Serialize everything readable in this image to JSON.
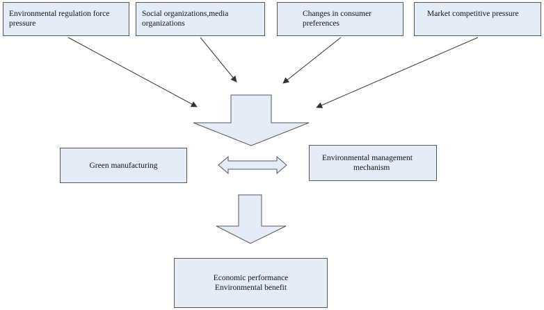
{
  "colors": {
    "box_fill": "#e4edf7",
    "box_border": "#555555",
    "arrow_stroke": "#333333",
    "block_arrow_fill": "#e4edf7"
  },
  "pressures": [
    {
      "line1": "Environmental regulation force",
      "line2": "pressure"
    },
    {
      "line1": "Social organizations,media",
      "line2": "organizations"
    },
    {
      "line1": "Changes in consumer",
      "line2": "preferences"
    },
    {
      "line1": "Market competitive pressure",
      "line2": ""
    }
  ],
  "green_manufacturing": {
    "label": "Green manufacturing"
  },
  "env_management": {
    "line1": "Environmental management",
    "line2": "mechanism"
  },
  "outcome": {
    "line1": "Economic performance",
    "line2": "Environmental benefit"
  }
}
